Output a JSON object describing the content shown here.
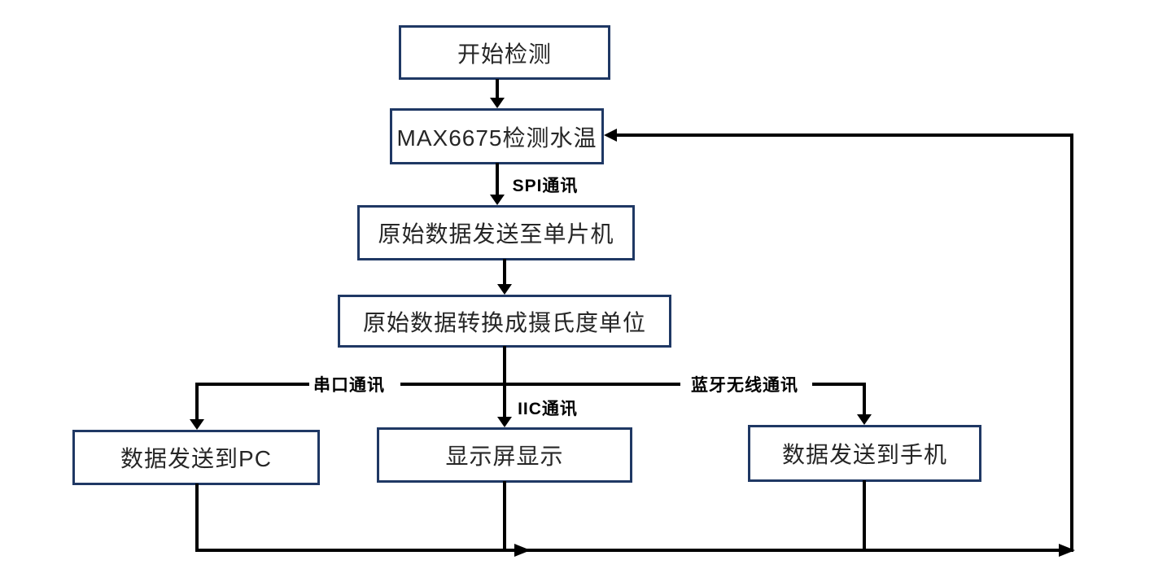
{
  "diagram": {
    "description": "water-temperature-detection-flowchart",
    "colors": {
      "box_border": "#1f3864",
      "connector_line": "#000000",
      "box_text": "#262626",
      "edge_label_text": "#000000",
      "background": "#ffffff"
    },
    "nodes": [
      {
        "id": "start",
        "label": "开始检测"
      },
      {
        "id": "max6675-detect",
        "label": "MAX6675检测水温"
      },
      {
        "id": "raw-to-mcu",
        "label": "原始数据发送至单片机"
      },
      {
        "id": "convert-celsius",
        "label": "原始数据转换成摄氏度单位"
      },
      {
        "id": "send-to-pc",
        "label": "数据发送到PC"
      },
      {
        "id": "display-screen",
        "label": "显示屏显示"
      },
      {
        "id": "send-to-phone",
        "label": "数据发送到手机"
      }
    ],
    "edge_labels": [
      {
        "id": "spi",
        "label": "SPI通讯"
      },
      {
        "id": "serial",
        "label": "串口通讯"
      },
      {
        "id": "iic",
        "label": "IIC通讯"
      },
      {
        "id": "bluetooth",
        "label": "蓝牙无线通讯"
      }
    ]
  }
}
